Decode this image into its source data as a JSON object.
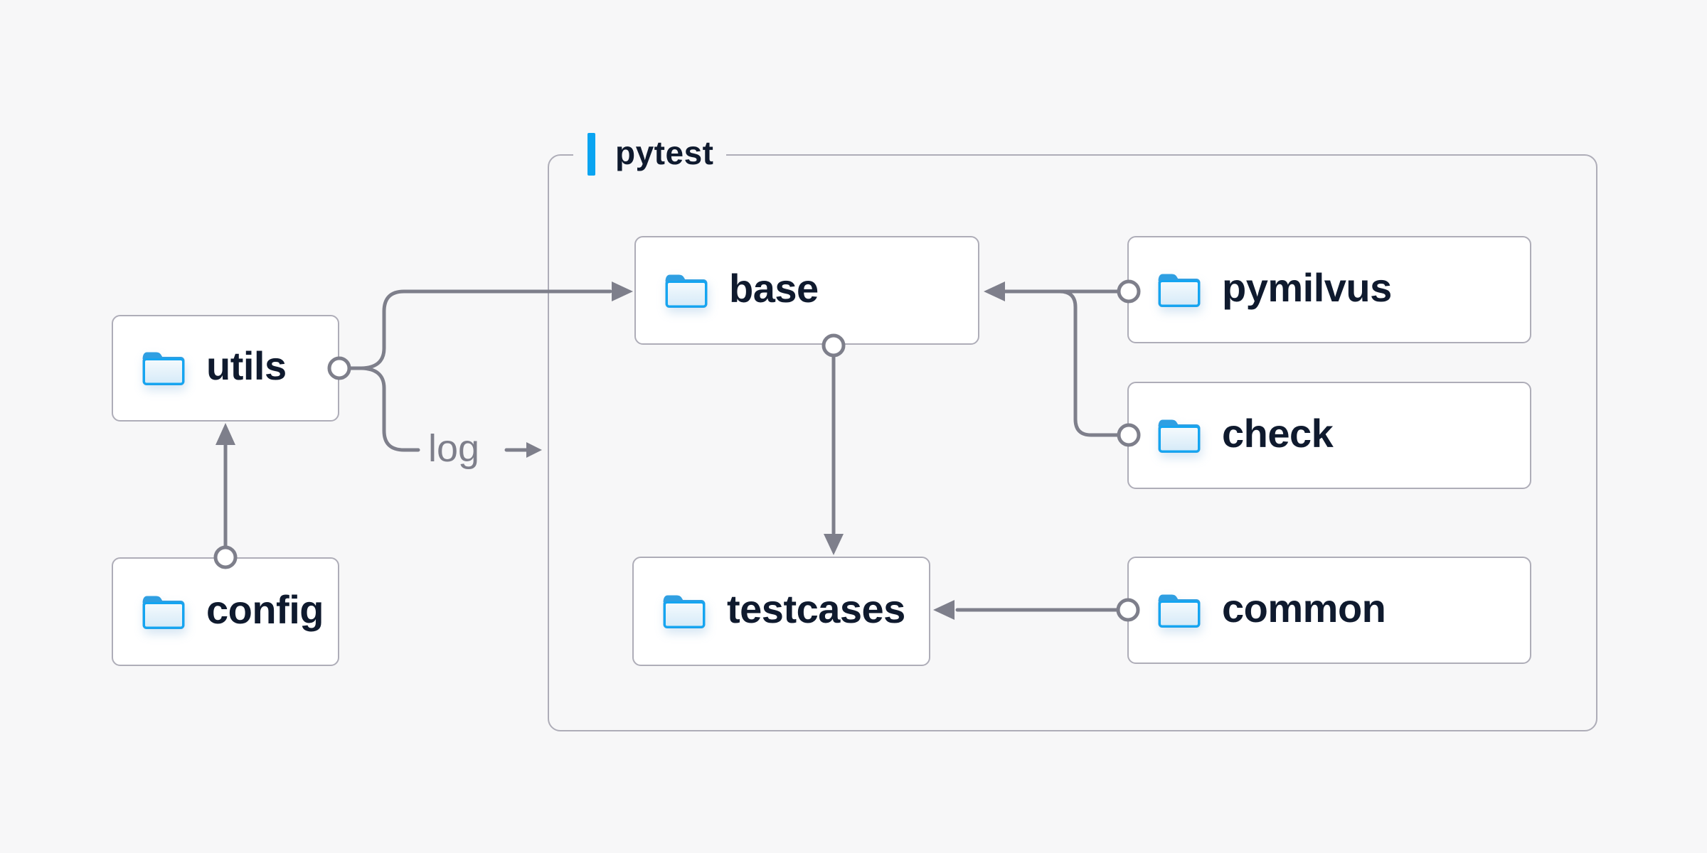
{
  "group": {
    "label": "pytest"
  },
  "nodes": [
    {
      "id": "utils",
      "label": "utils",
      "icon": "folder-icon",
      "inside_group": false
    },
    {
      "id": "config",
      "label": "config",
      "icon": "folder-icon",
      "inside_group": false
    },
    {
      "id": "base",
      "label": "base",
      "icon": "folder-icon",
      "inside_group": true
    },
    {
      "id": "pymilvus",
      "label": "pymilvus",
      "icon": "folder-icon",
      "inside_group": true
    },
    {
      "id": "check",
      "label": "check",
      "icon": "folder-icon",
      "inside_group": true
    },
    {
      "id": "testcases",
      "label": "testcases",
      "icon": "folder-icon",
      "inside_group": true
    },
    {
      "id": "common",
      "label": "common",
      "icon": "folder-icon",
      "inside_group": true
    }
  ],
  "edge_label": {
    "text": "log"
  },
  "edges": [
    {
      "from": "config",
      "to": "utils"
    },
    {
      "from": "utils",
      "to": "base"
    },
    {
      "from": "utils",
      "to": "log"
    },
    {
      "from": "pymilvus",
      "to": "base"
    },
    {
      "from": "check",
      "to": "base"
    },
    {
      "from": "base",
      "to": "testcases"
    },
    {
      "from": "common",
      "to": "testcases"
    }
  ],
  "colors": {
    "background": "#f7f7f8",
    "box_fill": "#ffffff",
    "box_border": "#aeadb8",
    "connector_gray": "#7e7f8b",
    "text_navy": "#0f1a2e",
    "edge_label_gray": "#7e7f8b",
    "accent_blue": "#0aa4f1",
    "folder_blue": "#2f9fe2",
    "folder_border_blue": "#14a5f1"
  }
}
